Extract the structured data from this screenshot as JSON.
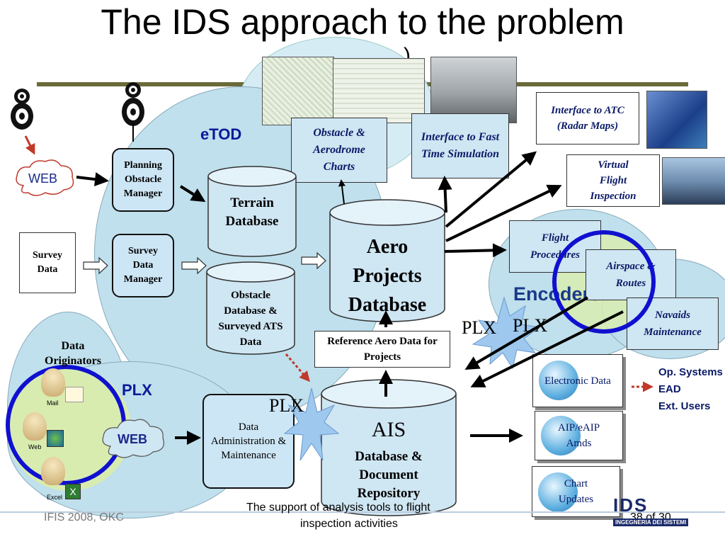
{
  "slide": {
    "title": "The IDS approach to the problem",
    "title_fragment": ")"
  },
  "regions": {
    "etod": "eTOD",
    "encoders": "Encoders",
    "plx_left": "PLX",
    "data_originators": "Data Originators"
  },
  "nodes": {
    "web_top": "WEB",
    "web_bottom": "WEB",
    "survey_data": "Survey Data",
    "planning_obstacle_manager": "Planning Obstacle Manager",
    "survey_data_manager": "Survey Data Manager",
    "terrain_database": "Terrain Database",
    "obstacle_database": "Obstacle Database & Surveyed ATS Data",
    "aero_projects_database": "Aero Projects Database",
    "reference_aero_data": "Reference Aero Data for Projects",
    "obstacle_charts": "Obstacle & Aerodrome Charts",
    "interface_fast_time": "Interface to Fast Time Simulation",
    "interface_atc": "Interface to ATC (Radar Maps)",
    "virtual_flight_inspection": "Virtual Flight Inspection",
    "flight_procedures": "Flight Procedures",
    "airspace_routes": "Airspace & Routes",
    "navaids_maintenance": "Navaids Maintenance",
    "data_administration": "Data Administration & Maintenance",
    "ais_title": "AIS",
    "ais_sub": "Database & Document Repository",
    "electronic_data": "Electronic Data",
    "aip_eaip": "AIP/eAIP Amds",
    "chart_updates": "Chart Updates",
    "op_systems": "Op. Systems",
    "ead": "EAD",
    "ext_users": "Ext. Users",
    "plx_a": "PLX",
    "plx_b": "PLX",
    "plx_c": "PLX",
    "icon_mail": "Mail",
    "icon_web": "Web",
    "icon_excel": "Excel"
  },
  "footer": {
    "left": "IFIS 2008, OKC",
    "center_line1": "The support of analysis tools to flight",
    "center_line2": "inspection activities",
    "page": "38 of 30",
    "logo_text": "IDS",
    "logo_sub": "INGEGNERIA DEI SISTEMI"
  },
  "colors": {
    "etod_bubble": "#bfe0ec",
    "green_highlight": "#d8ecb0",
    "circle_blue": "#1010d0",
    "title_bar": "#6b6b3a"
  }
}
